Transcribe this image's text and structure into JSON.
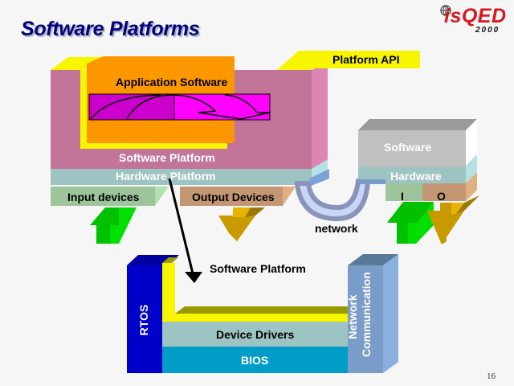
{
  "slide": {
    "title": "Software Platforms",
    "page_number": "16",
    "logo": {
      "name": "isQED",
      "year": "2000"
    }
  },
  "top_diagram": {
    "platform_api": "Platform API",
    "application_software": "Application Software",
    "software_platform": "Software Platform",
    "hardware_platform": "Hardware Platform",
    "input_devices": "Input devices",
    "output_devices": "Output Devices",
    "network": "network"
  },
  "remote_node": {
    "software": "Software",
    "hardware": "Hardware",
    "input": "I",
    "output": "O"
  },
  "bottom_diagram": {
    "software_platform": "Software Platform",
    "rtos": "RTOS",
    "device_drivers": "Device Drivers",
    "bios": "BIOS",
    "network_communication_line1": "Network",
    "network_communication_line2": "Communication"
  },
  "colors": {
    "title": "#000080",
    "software_platform": "#c27499",
    "application": "#fd9700",
    "api_yellow": "#f8f500",
    "hardware": "#9dc4c2",
    "input": "#9dc49b",
    "output": "#c49774",
    "rtos": "#0000c8",
    "bios": "#009cc8",
    "network_comm": "#7a9cc8"
  }
}
